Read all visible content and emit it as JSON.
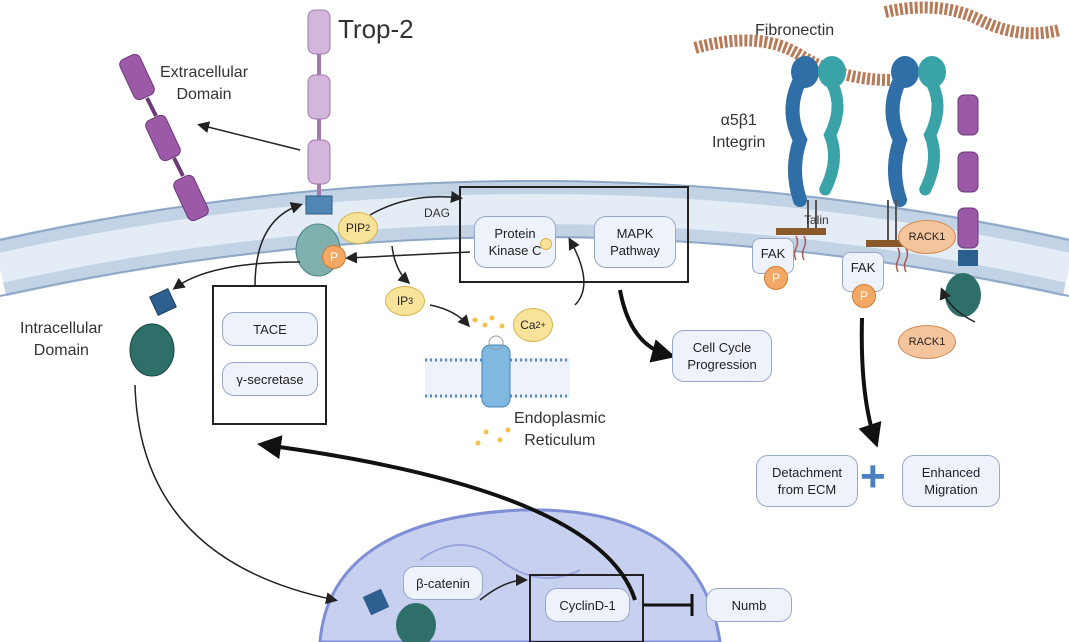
{
  "labels": {
    "trop2": "Trop-2",
    "extracellular": "Extracellular\nDomain",
    "intracellular": "Intracellular\nDomain",
    "fibronectin": "Fibronectin",
    "integrin": "α5β1\nIntegrin",
    "talin": "Talin",
    "dag": "DAG",
    "pip2_main": "PIP",
    "pip2_sub": "2",
    "p": "P",
    "ip3_main": "IP",
    "ip3_sub": "3",
    "ca_main": "Ca",
    "ca_sup": "2+",
    "er": "Endoplasmic\nReticulum",
    "fak": "FAK",
    "rack1": "RACK1"
  },
  "boxes": {
    "pkc": "Protein\nKinase C",
    "mapk": "MAPK\nPathway",
    "cell_cycle": "Cell Cycle\nProgression",
    "tace": "TACE",
    "gamma": "γ-secretase",
    "detachment": "Detachment\nfrom ECM",
    "migration": "Enhanced\nMigration",
    "beta_catenin": "β-catenin",
    "cyclin": "CyclinD-1",
    "numb": "Numb"
  },
  "plus": "+",
  "colors": {
    "membrane": "#b9cbe0",
    "trop2": "#c9a6d3",
    "purple": "#9b59a8",
    "teal": "#2e7f7a",
    "integrin_blue": "#2f6ea6",
    "nucleus": "#aab4e6"
  }
}
